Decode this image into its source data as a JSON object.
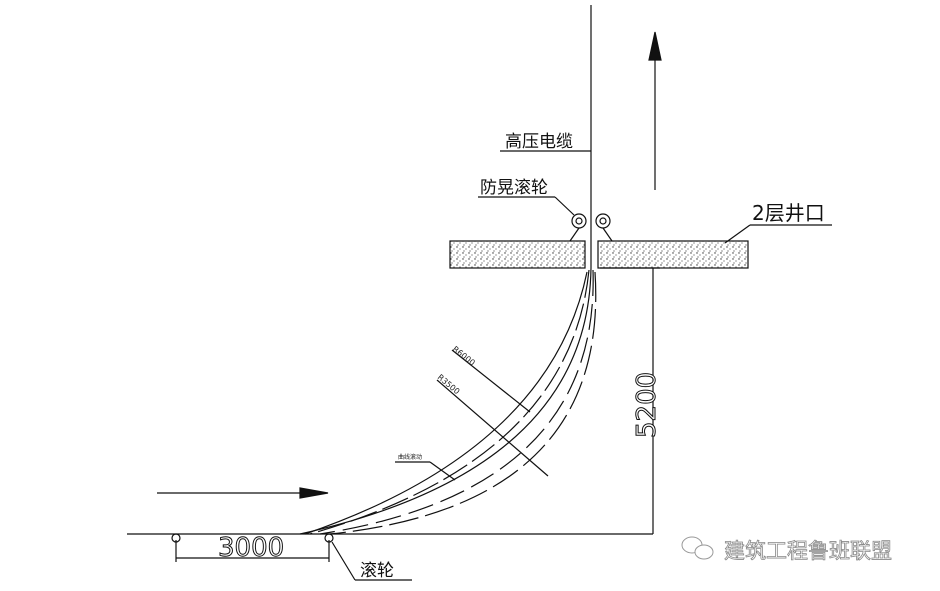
{
  "labels": {
    "cable": "高压电缆",
    "anti_sway_roller": "防晃滚轮",
    "shaft_opening": "2层井口",
    "roller": "滚轮",
    "radius_outer": "R6000",
    "radius_inner": "R3500",
    "curve_note": "曲线滚动"
  },
  "dimensions": {
    "height": "5200",
    "spacing": "3000"
  },
  "watermark": "建筑工程鲁班联盟",
  "icons": [
    "arrow-up",
    "arrow-right",
    "wechat-logo"
  ]
}
